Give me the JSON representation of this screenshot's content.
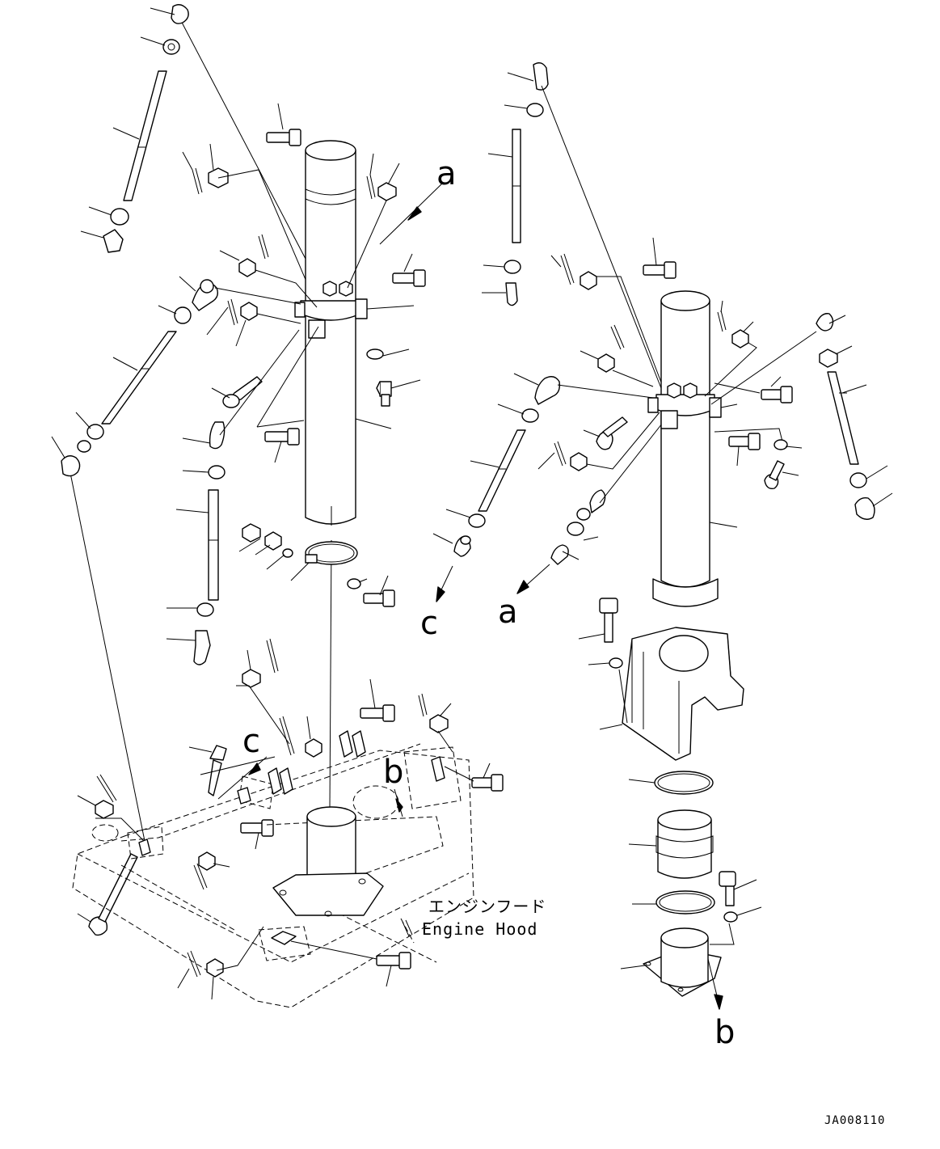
{
  "callouts": {
    "a_left": "a",
    "a_right": "a",
    "b_left": "b",
    "b_right": "b",
    "c_left": "c",
    "c_right": "c"
  },
  "engine_hood": {
    "label_jp": "エンジンフード",
    "label_en": "Engine Hood"
  },
  "drawing_code": "JA008110"
}
